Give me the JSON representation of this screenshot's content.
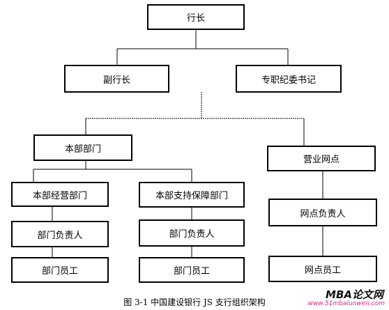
{
  "nodes": {
    "president": "行长",
    "vice_president": "副行长",
    "discipline_secretary": "专职纪委书记",
    "head_office": "本部部门",
    "branch_outlets": "营业网点",
    "operations_dept": "本部经营部门",
    "support_dept": "本部支持保障部门",
    "ops_dept_head": "部门负责人",
    "support_dept_head": "部门负责人",
    "outlet_head": "网点负责人",
    "ops_staff": "部门员工",
    "support_staff": "部门员工",
    "outlet_staff": "网点员工"
  },
  "caption": "图 3-1    中国建设银行 JS 支行组织架构",
  "watermark": {
    "brand": "MBA论文网",
    "url": "www.51mbalunwen.com"
  }
}
